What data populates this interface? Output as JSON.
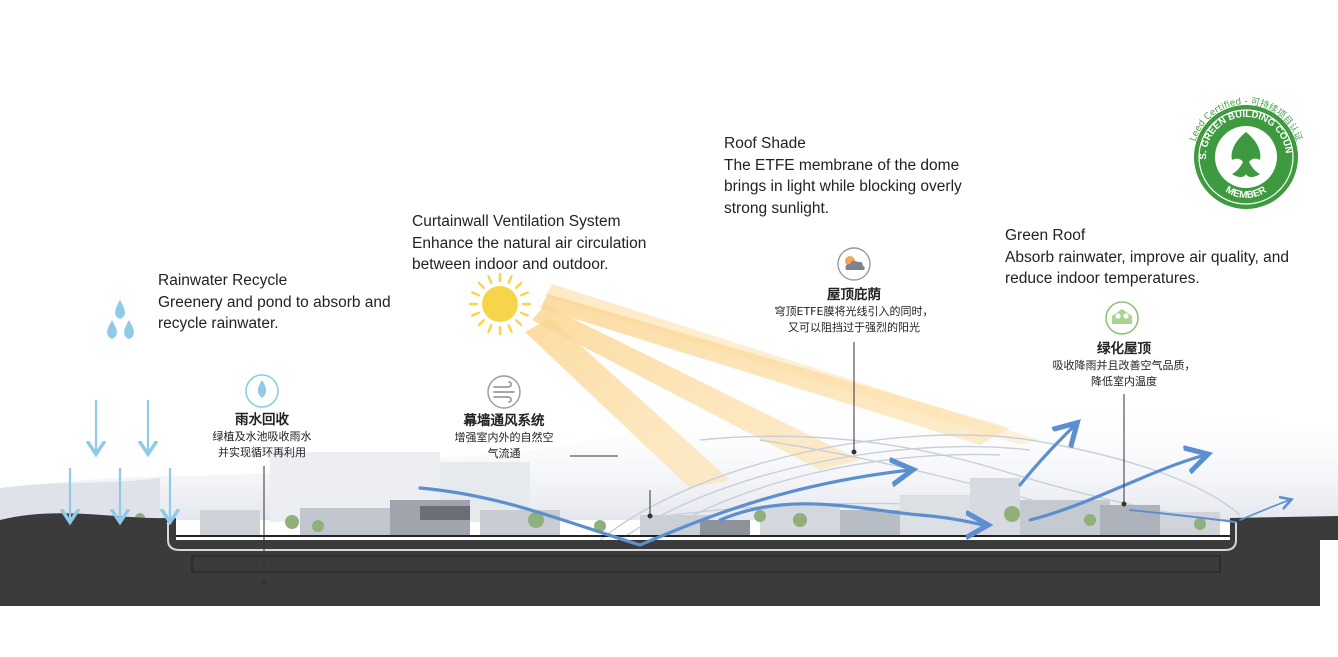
{
  "labels": {
    "rainwater": {
      "title": "Rainwater Recycle",
      "line1": "Greenery and pond to absorb and",
      "line2": "recycle rainwater.",
      "cn_title": "雨水回收",
      "cn_line1": "绿植及水池吸收雨水",
      "cn_line2": "并实现循环再利用"
    },
    "curtainwall": {
      "title": "Curtainwall Ventilation System",
      "line1": "Enhance the natural air circulation",
      "line2": "between indoor and outdoor.",
      "cn_title": "幕墙通风系统",
      "cn_line1": "增强室内外的自然空",
      "cn_line2": "气流通"
    },
    "roof_shade": {
      "title": "Roof Shade",
      "line1": "The ETFE membrane of the dome",
      "line2": "brings in light while blocking overly",
      "line3": "strong sunlight.",
      "cn_title": "屋顶庇荫",
      "cn_line1": "穹顶ETFE膜将光线引入的同时，",
      "cn_line2": "又可以阻挡过于强烈的阳光"
    },
    "green_roof": {
      "title": "Green Roof",
      "line1": "Absorb rainwater, improve air quality, and",
      "line2": "reduce indoor temperatures.",
      "cn_title": "绿化屋顶",
      "cn_line1": "吸收降雨并且改善空气品质，",
      "cn_line2": "降低室内温度"
    }
  },
  "leed_badge": {
    "ring_text": "Leed Certified - 可持续项目认证",
    "circle_text": "U.S. GREEN BUILDING COUNCIL",
    "member": "MEMBER",
    "color": "#3e9a3e"
  },
  "icons": {
    "rain": "raindrops-icon",
    "water": "water-drop-icon",
    "wind": "wind-icon",
    "cloud": "sun-cloud-icon",
    "roof": "green-roof-icon"
  },
  "colors": {
    "airflow": "#5b8fcf",
    "sunbeam": "#fbdca0",
    "sun": "#f7d54a",
    "rain": "#8fcbe6",
    "ground": "#3b3b3b"
  }
}
